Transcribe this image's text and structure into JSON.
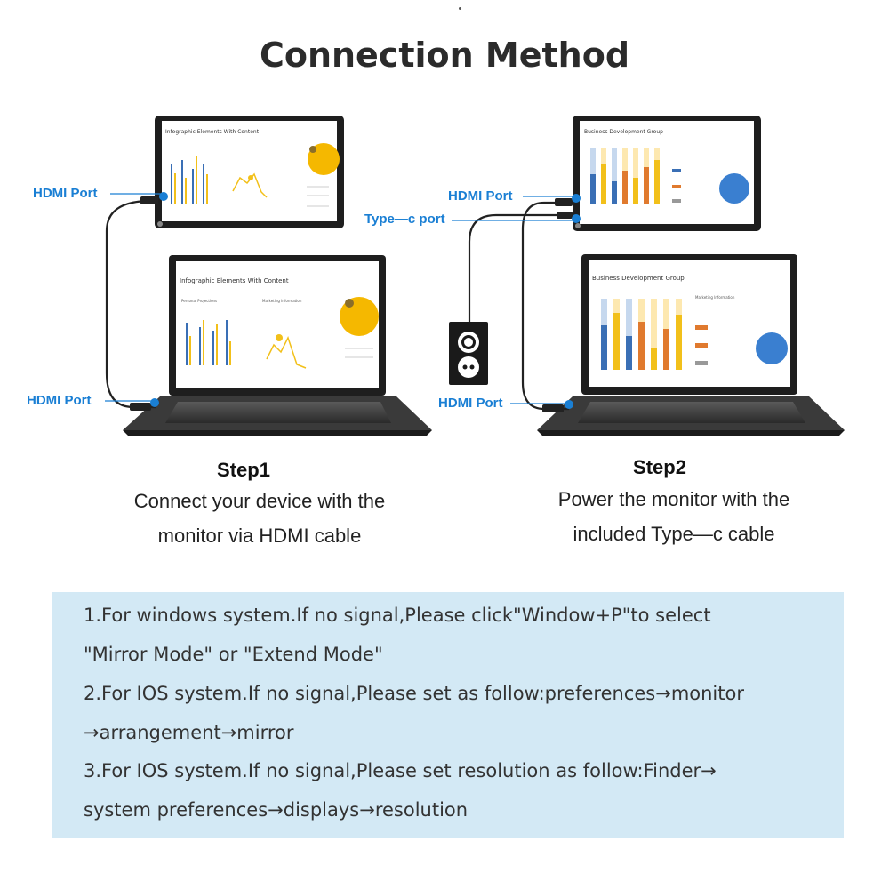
{
  "title": "Connection Method",
  "colors": {
    "port_blue": "#1a7fd4",
    "note_bg": "#d3e9f5",
    "chart_blue": "#3a6fb5",
    "chart_yellow": "#f2c01a",
    "chart_orange": "#e07a2e"
  },
  "step1": {
    "title": "Step1",
    "desc_line1": "Connect your device with the",
    "desc_line2": "monitor via HDMI cable",
    "labels": {
      "monitor_port": "HDMI Port",
      "laptop_port": "HDMI Port"
    },
    "screen_title": "Infographic Elements With Content",
    "screen_sub1": "Personal Projections",
    "screen_sub2": "Marketing Information"
  },
  "step2": {
    "title": "Step2",
    "desc_line1": "Power the monitor with the",
    "desc_line2": "included Type—c cable",
    "labels": {
      "monitor_port": "HDMI Port",
      "typec_port": "Type—c port",
      "laptop_port": "HDMI Port"
    },
    "screen_title": "Business Development Group",
    "screen_sub": "Marketing Information"
  },
  "notes": [
    "1.For windows system.If no signal,Please click\"Window+P\"to select",
    "\"Mirror Mode\" or \"Extend Mode\"",
    "2.For IOS system.If no signal,Please set as follow:preferences→monitor",
    "→arrangement→mirror",
    "3.For IOS system.If no signal,Please set resolution as follow:Finder→",
    "system preferences→displays→resolution"
  ]
}
